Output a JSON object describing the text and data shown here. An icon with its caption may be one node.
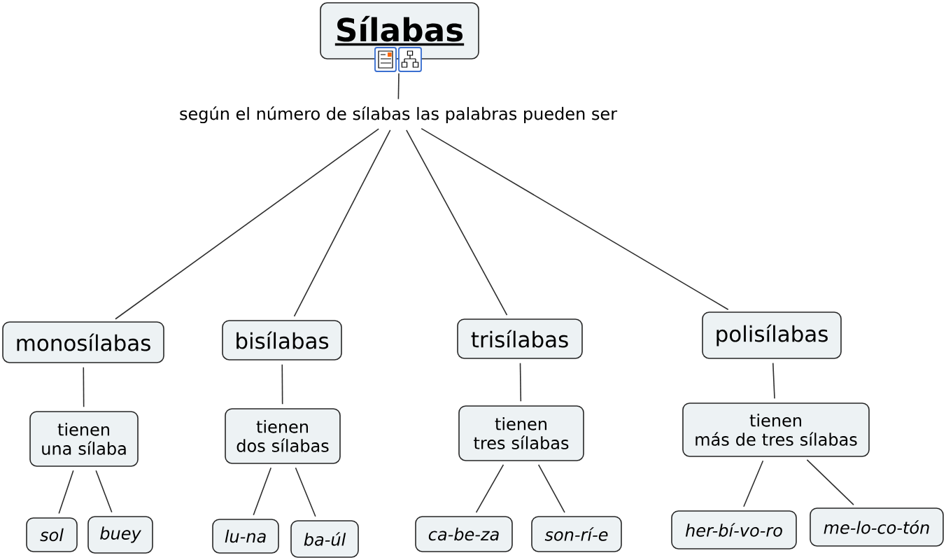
{
  "diagram": {
    "nodes": [
      {
        "text": [
          "Sílabas"
        ]
      },
      {
        "text": [
          "según el número de sílabas las palabras pueden ser"
        ]
      },
      {
        "text": [
          "monosílabas"
        ]
      },
      {
        "text": [
          "bisílabas"
        ]
      },
      {
        "text": [
          "trisílabas"
        ]
      },
      {
        "text": [
          "polisílabas"
        ]
      },
      {
        "text": [
          "tienen una sílaba"
        ]
      },
      {
        "text": [
          "tienen dos sílabas"
        ]
      },
      {
        "text": [
          "tienen tres sílabas"
        ]
      },
      {
        "text": [
          "tienen más de tres sílabas"
        ]
      },
      {
        "text": [
          "sol"
        ]
      },
      {
        "text": [
          "buey"
        ]
      },
      {
        "text": [
          "lu-na"
        ]
      },
      {
        "text": [
          "ba-úl"
        ]
      },
      {
        "text": [
          "ca-be-za"
        ]
      },
      {
        "text": [
          "son-rí-e"
        ]
      },
      {
        "text": [
          "her-bí-vo-ro"
        ]
      },
      {
        "text": [
          "me-lo-co-tón"
        ]
      }
    ],
    "edges": [
      {
        "from": 0,
        "to": 1,
        "arrow": "none"
      },
      {
        "from": 1,
        "to": 2,
        "arrow": "none"
      },
      {
        "from": 1,
        "to": 3,
        "arrow": "none"
      },
      {
        "from": 1,
        "to": 4,
        "arrow": "none"
      },
      {
        "from": 1,
        "to": 5,
        "arrow": "none"
      },
      {
        "from": 2,
        "to": 6,
        "arrow": "none"
      },
      {
        "from": 3,
        "to": 7,
        "arrow": "none"
      },
      {
        "from": 4,
        "to": 8,
        "arrow": "none"
      },
      {
        "from": 5,
        "to": 9,
        "arrow": "none"
      },
      {
        "from": 6,
        "to": 10,
        "arrow": "none"
      },
      {
        "from": 6,
        "to": 11,
        "arrow": "none"
      },
      {
        "from": 7,
        "to": 12,
        "arrow": "none"
      },
      {
        "from": 7,
        "to": 13,
        "arrow": "none"
      },
      {
        "from": 8,
        "to": 14,
        "arrow": "none"
      },
      {
        "from": 8,
        "to": 15,
        "arrow": "none"
      },
      {
        "from": 9,
        "to": 16,
        "arrow": "none"
      },
      {
        "from": 9,
        "to": 17,
        "arrow": "none"
      }
    ]
  }
}
